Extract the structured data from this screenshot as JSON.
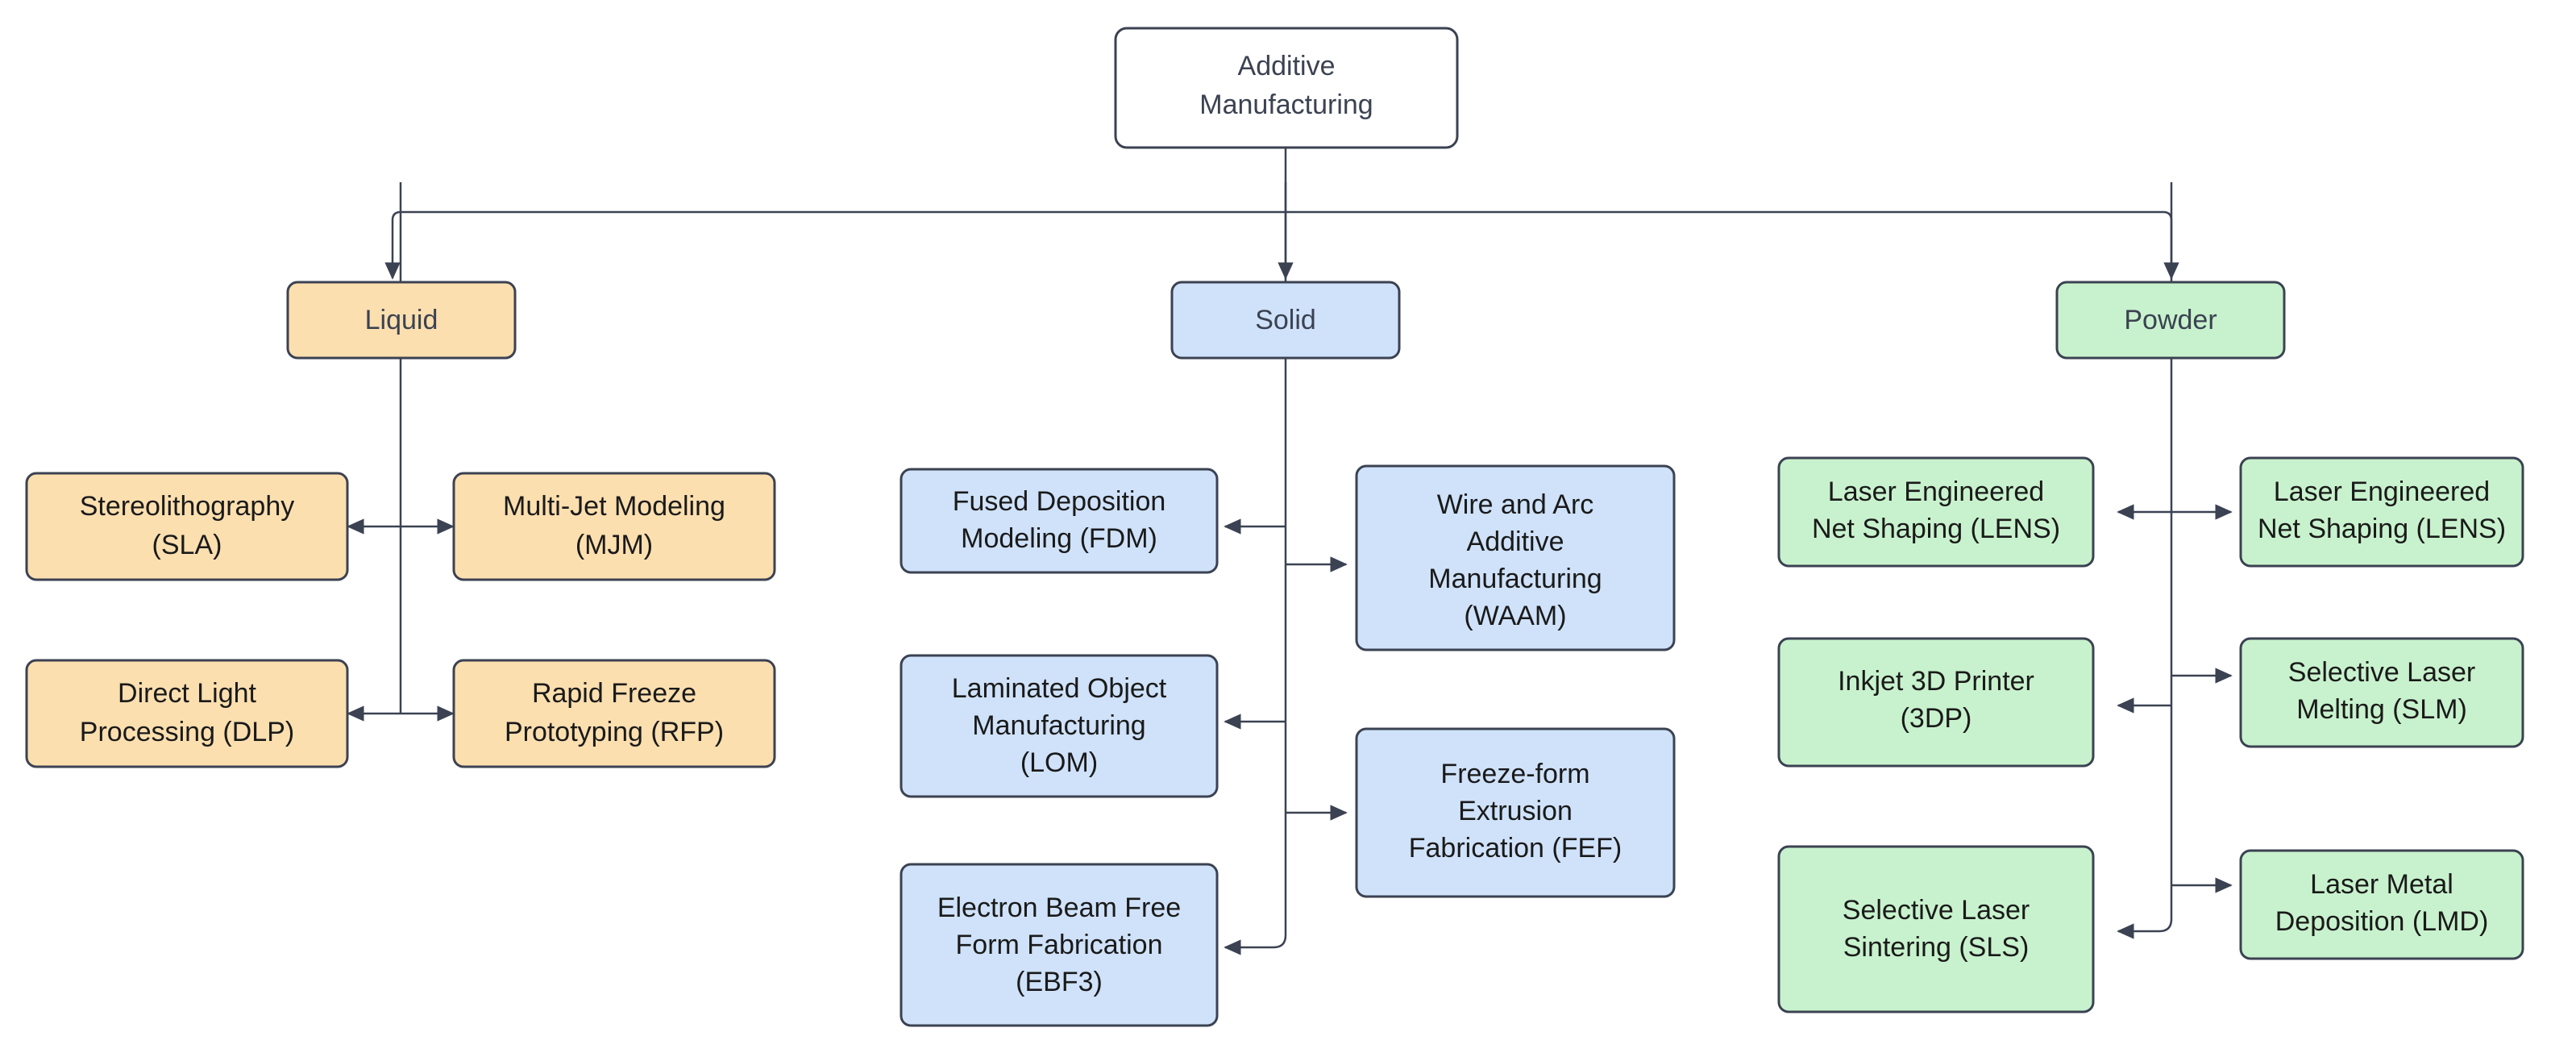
{
  "diagram": {
    "title": "Additive Manufacturing classification tree",
    "colors": {
      "root_fill": "#ffffff",
      "liquid_fill": "#fcdfaf",
      "solid_fill": "#cfe2fa",
      "powder_fill": "#c8f2cd",
      "stroke": "#3b4252",
      "text": "#1a1a1a",
      "background": "#ffffff"
    },
    "root": {
      "id": "root",
      "label_line1": "Additive",
      "label_line2": "Manufacturing"
    },
    "categories": [
      {
        "id": "liquid",
        "label": "Liquid"
      },
      {
        "id": "solid",
        "label": "Solid"
      },
      {
        "id": "powder",
        "label": "Powder"
      }
    ],
    "liquid_nodes": [
      {
        "id": "sla",
        "line1": "Stereolithography",
        "line2": "(SLA)",
        "line3": ""
      },
      {
        "id": "mjm",
        "line1": "Multi-Jet Modeling",
        "line2": "(MJM)",
        "line3": ""
      },
      {
        "id": "dlp",
        "line1": "Direct Light",
        "line2": "Processing (DLP)",
        "line3": ""
      },
      {
        "id": "rfp",
        "line1": "Rapid Freeze",
        "line2": "Prototyping (RFP)",
        "line3": ""
      }
    ],
    "solid_nodes": [
      {
        "id": "fdm",
        "line1": "Fused Deposition",
        "line2": "Modeling (FDM)",
        "line3": ""
      },
      {
        "id": "waam",
        "line1": "Wire and Arc",
        "line2": "Additive",
        "line3": "Manufacturing",
        "line4": "(WAAM)"
      },
      {
        "id": "lom",
        "line1": "Laminated Object",
        "line2": "Manufacturing",
        "line3": "(LOM)"
      },
      {
        "id": "fef",
        "line1": "Freeze-form",
        "line2": "Extrusion",
        "line3": "Fabrication (FEF)"
      },
      {
        "id": "ebf3",
        "line1": "Electron Beam Free",
        "line2": "Form Fabrication",
        "line3": "(EBF3)"
      }
    ],
    "powder_nodes": [
      {
        "id": "lens-left",
        "line1": "Laser Engineered",
        "line2": "Net Shaping (LENS)",
        "line3": ""
      },
      {
        "id": "lens-right",
        "line1": "Laser Engineered",
        "line2": "Net Shaping (LENS)",
        "line3": ""
      },
      {
        "id": "3dp",
        "line1": "Inkjet 3D Printer",
        "line2": "(3DP)",
        "line3": ""
      },
      {
        "id": "slm",
        "line1": "Selective Laser",
        "line2": "Melting (SLM)",
        "line3": ""
      },
      {
        "id": "sls",
        "line1": "Selective Laser",
        "line2": "Sintering (SLS)",
        "line3": ""
      },
      {
        "id": "lmd",
        "line1": "Laser Metal",
        "line2": "Deposition (LMD)",
        "line3": ""
      }
    ]
  }
}
